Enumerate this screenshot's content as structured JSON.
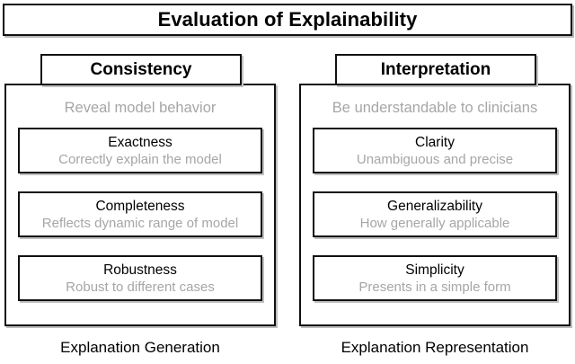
{
  "figure": {
    "title": "Evaluation of Explainability"
  },
  "columns": [
    {
      "header": "Consistency",
      "subtitle": "Reveal model behavior",
      "caption": "Explanation Generation",
      "cards": [
        {
          "title": "Exactness",
          "desc": "Correctly explain the model"
        },
        {
          "title": "Completeness",
          "desc": "Reflects dynamic range of model"
        },
        {
          "title": "Robustness",
          "desc": "Robust to different cases"
        }
      ]
    },
    {
      "header": "Interpretation",
      "subtitle": "Be understandable to clinicians",
      "caption": "Explanation Representation",
      "cards": [
        {
          "title": "Clarity",
          "desc": "Unambiguous and precise"
        },
        {
          "title": "Generalizability",
          "desc": "How generally applicable"
        },
        {
          "title": "Simplicity",
          "desc": "Presents in a simple form"
        }
      ]
    }
  ],
  "colors": {
    "border": "#111111",
    "muted_text": "#a6a6a6",
    "text": "#000000",
    "background": "#ffffff",
    "shadow": "#c0c0c0"
  }
}
